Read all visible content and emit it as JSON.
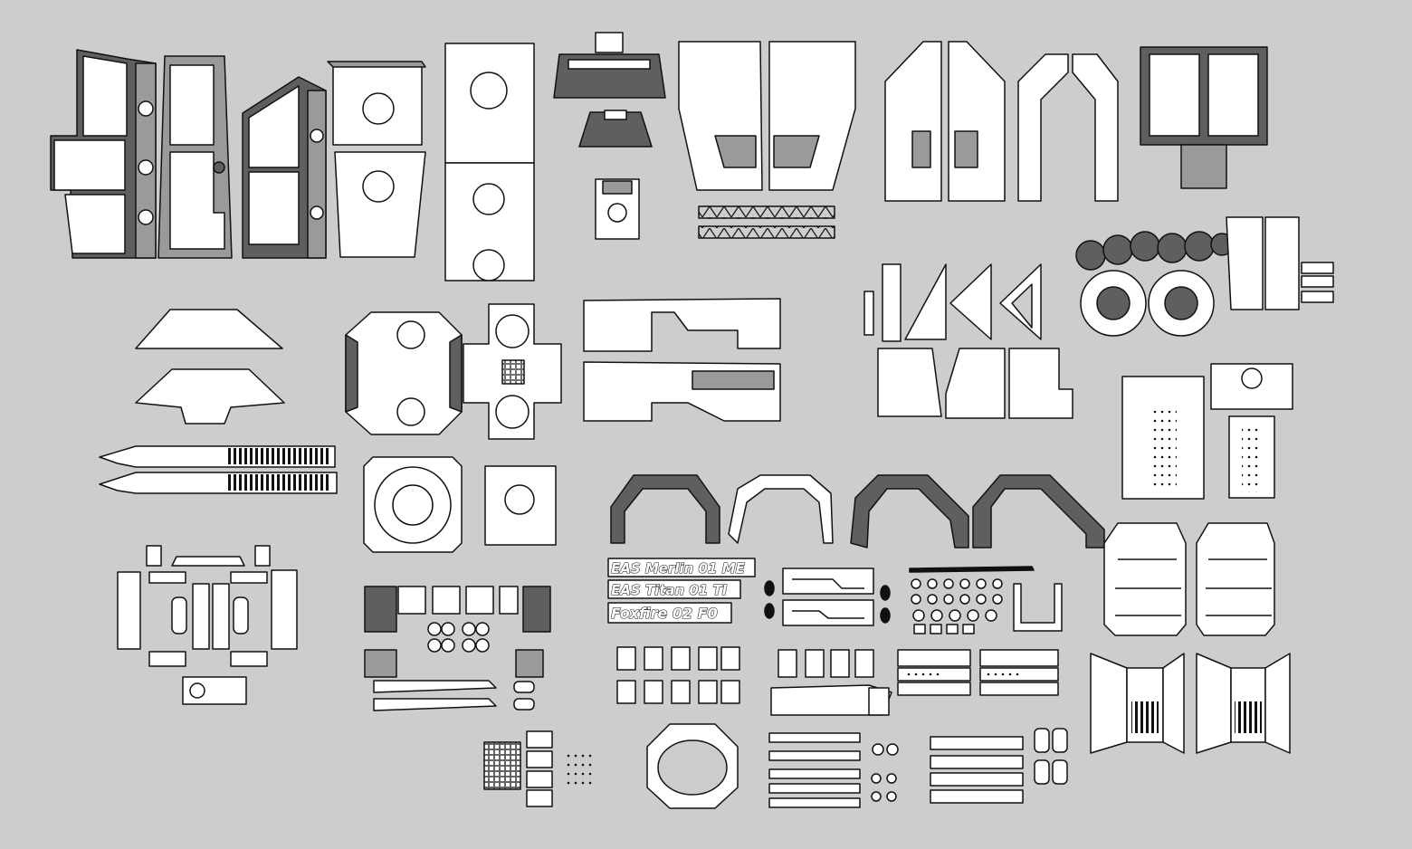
{
  "sheet": {
    "background": "#cdcdcb",
    "line_color": "#111111",
    "panel_fill": "#ffffff",
    "shade_fill": "#5f5f5f",
    "mid_fill": "#9a9a9a"
  },
  "labels": {
    "merlin": "EAS Merlin 01 ME",
    "titan": "EAS Titan 01 TI",
    "foxfire": "Foxfire 02 F0"
  }
}
